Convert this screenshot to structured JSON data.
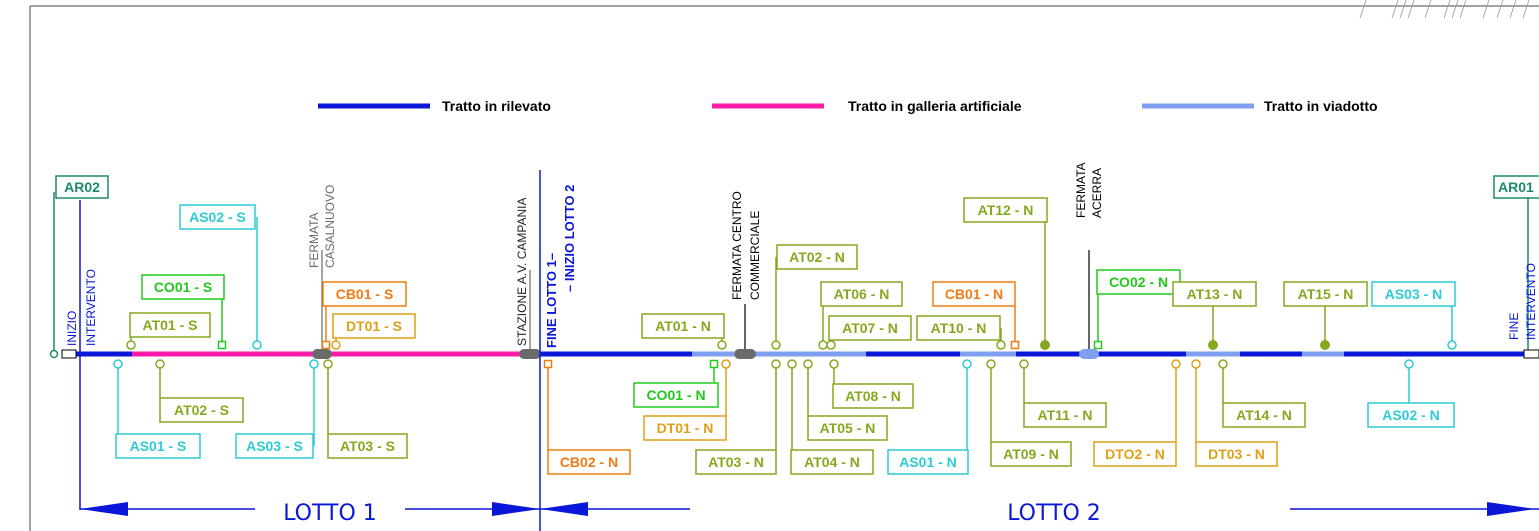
{
  "colors": {
    "rilevato": "#0a16d8",
    "galleria": "#ff1aa8",
    "viadotto": "#7f9ff0",
    "green": "#22c81e",
    "olive": "#86a81e",
    "orange": "#f07d14",
    "amber": "#e0a016",
    "cyan": "#2ccbd6",
    "teal": "#1a8c6a",
    "station": "#6a6a6a"
  },
  "legend": {
    "rilevato": "Tratto in rilevato",
    "galleria": "Tratto in galleria artificiale",
    "viadotto": "Tratto in viadotto"
  },
  "endpoints": {
    "start_code": "AR02",
    "start_line1": "INIZIO",
    "start_line2": "INTERVENTO",
    "end_code": "AR01",
    "end_line1": "FINE",
    "end_line2": "INTERVENTO"
  },
  "stations": {
    "casalnuovo_1": "FERMATA",
    "casalnuovo_2": "CASALNUOVO",
    "campania": "STAZIONE  A.V.  CAMPANIA",
    "centro_1": "FERMATA  CENTRO",
    "centro_2": "COMMERCIALE",
    "acerra_1": "FERMATA",
    "acerra_2": "ACERRA",
    "boundary_1": "FINE  LOTTO 1–",
    "boundary_2": "– INIZIO LOTTO 2"
  },
  "lots": {
    "lotto1": "LOTTO  1",
    "lotto2": "LOTTO  2"
  },
  "labels": [
    {
      "text": "AS02 - S",
      "color": "cyan"
    },
    {
      "text": "CO01 - S",
      "color": "green"
    },
    {
      "text": "AT01 - S",
      "color": "olive"
    },
    {
      "text": "CB01 - S",
      "color": "orange"
    },
    {
      "text": "DT01 - S",
      "color": "amber"
    },
    {
      "text": "AT02 - S",
      "color": "olive"
    },
    {
      "text": "AS01 - S",
      "color": "cyan"
    },
    {
      "text": "AS03 - S",
      "color": "cyan"
    },
    {
      "text": "AT03 - S",
      "color": "olive"
    },
    {
      "text": "AT01 - N",
      "color": "olive"
    },
    {
      "text": "AT02 - N",
      "color": "olive"
    },
    {
      "text": "AT06 - N",
      "color": "olive"
    },
    {
      "text": "AT07 - N",
      "color": "olive"
    },
    {
      "text": "AT10 - N",
      "color": "olive"
    },
    {
      "text": "CB01 - N",
      "color": "orange"
    },
    {
      "text": "AT12 - N",
      "color": "olive"
    },
    {
      "text": "CO02 - N",
      "color": "green"
    },
    {
      "text": "AT13 - N",
      "color": "olive"
    },
    {
      "text": "AT15 - N",
      "color": "olive"
    },
    {
      "text": "AS03 - N",
      "color": "cyan"
    },
    {
      "text": "CO01 - N",
      "color": "green"
    },
    {
      "text": "DT01 - N",
      "color": "amber"
    },
    {
      "text": "CB02 - N",
      "color": "orange"
    },
    {
      "text": "AT03 - N",
      "color": "olive"
    },
    {
      "text": "AT04 - N",
      "color": "olive"
    },
    {
      "text": "AT05 - N",
      "color": "olive"
    },
    {
      "text": "AT08 - N",
      "color": "olive"
    },
    {
      "text": "AS01 - N",
      "color": "cyan"
    },
    {
      "text": "AT09 - N",
      "color": "olive"
    },
    {
      "text": "AT11 - N",
      "color": "olive"
    },
    {
      "text": "DTO2 - N",
      "color": "amber"
    },
    {
      "text": "DT03 - N",
      "color": "amber"
    },
    {
      "text": "AT14 - N",
      "color": "olive"
    },
    {
      "text": "AS02 - N",
      "color": "cyan"
    }
  ]
}
